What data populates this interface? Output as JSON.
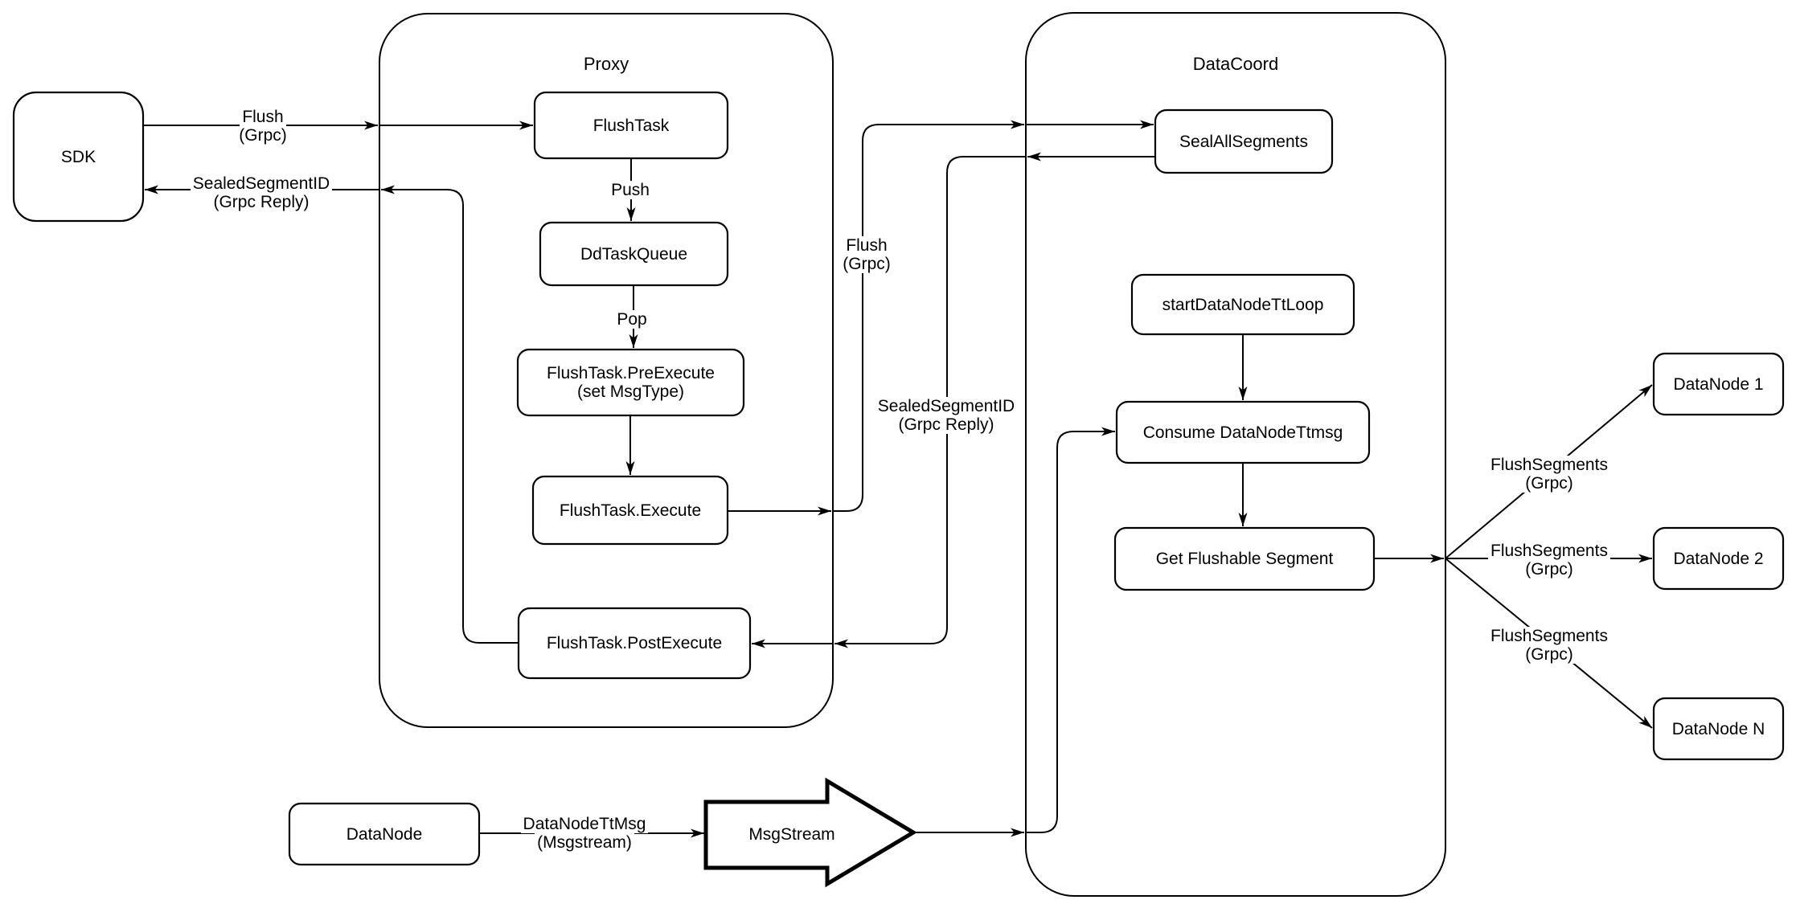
{
  "colors": {
    "stroke": "#000000",
    "background": "#ffffff",
    "text": "#000000"
  },
  "containers": {
    "proxy": {
      "label": "Proxy"
    },
    "datacoord": {
      "label": "DataCoord"
    }
  },
  "nodes": {
    "sdk": {
      "label": "SDK"
    },
    "flush_task": {
      "label": "FlushTask"
    },
    "dd_task_queue": {
      "label": "DdTaskQueue"
    },
    "pre_execute": {
      "label": "FlushTask.PreExecute",
      "sub": "(set MsgType)"
    },
    "execute": {
      "label": "FlushTask.Execute"
    },
    "post_execute": {
      "label": "FlushTask.PostExecute"
    },
    "seal_all_segments": {
      "label": "SealAllSegments"
    },
    "start_data_node_tt_loop": {
      "label": "startDataNodeTtLoop"
    },
    "consume_data_node_ttmsg": {
      "label": "Consume DataNodeTtmsg"
    },
    "get_flushable_segment": {
      "label": "Get Flushable Segment"
    },
    "datanode_1": {
      "label": "DataNode 1"
    },
    "datanode_2": {
      "label": "DataNode 2"
    },
    "datanode_n": {
      "label": "DataNode N"
    },
    "datanode_source": {
      "label": "DataNode"
    },
    "msgstream": {
      "label": "MsgStream"
    }
  },
  "edge_labels": {
    "flush_sdk": {
      "line1": "Flush",
      "line2": "(Grpc)"
    },
    "sealed_sdk": {
      "line1": "SealedSegmentID",
      "line2": "(Grpc Reply)"
    },
    "push": {
      "line1": "Push"
    },
    "pop": {
      "line1": "Pop"
    },
    "flush_mid": {
      "line1": "Flush",
      "line2": "(Grpc)"
    },
    "sealed_mid": {
      "line1": "SealedSegmentID",
      "line2": "(Grpc Reply)"
    },
    "flush_segments_1": {
      "line1": "FlushSegments",
      "line2": "(Grpc)"
    },
    "flush_segments_2": {
      "line1": "FlushSegments",
      "line2": "(Grpc)"
    },
    "flush_segments_3": {
      "line1": "FlushSegments",
      "line2": "(Grpc)"
    },
    "datanode_tt_msg": {
      "line1": "DataNodeTtMsg",
      "line2": "(Msgstream)"
    }
  }
}
